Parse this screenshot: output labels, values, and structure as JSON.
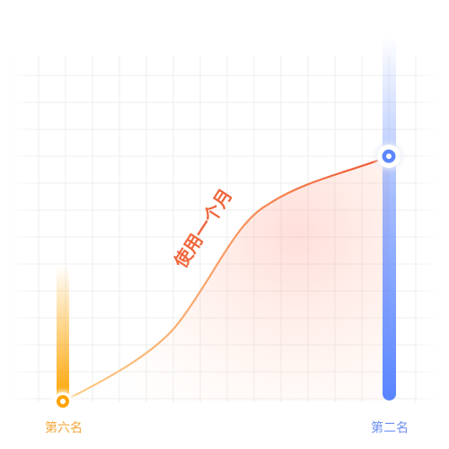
{
  "chart_data": {
    "type": "area",
    "title": "",
    "xlabel": "",
    "ylabel": "",
    "categories": [
      "第六名",
      "第二名"
    ],
    "values": [
      6,
      2
    ],
    "y_inverted": true,
    "annotation": "使用一个月",
    "grid": true
  },
  "colors": {
    "start": "#FFA400",
    "start_label": "#F2A73B",
    "end": "#5B86FF",
    "end_label": "#6C8EF0",
    "curve_from": "#FFD089",
    "curve_to": "#F0502D",
    "annotation": "#F0683F",
    "grid": "#EEEEEE"
  }
}
